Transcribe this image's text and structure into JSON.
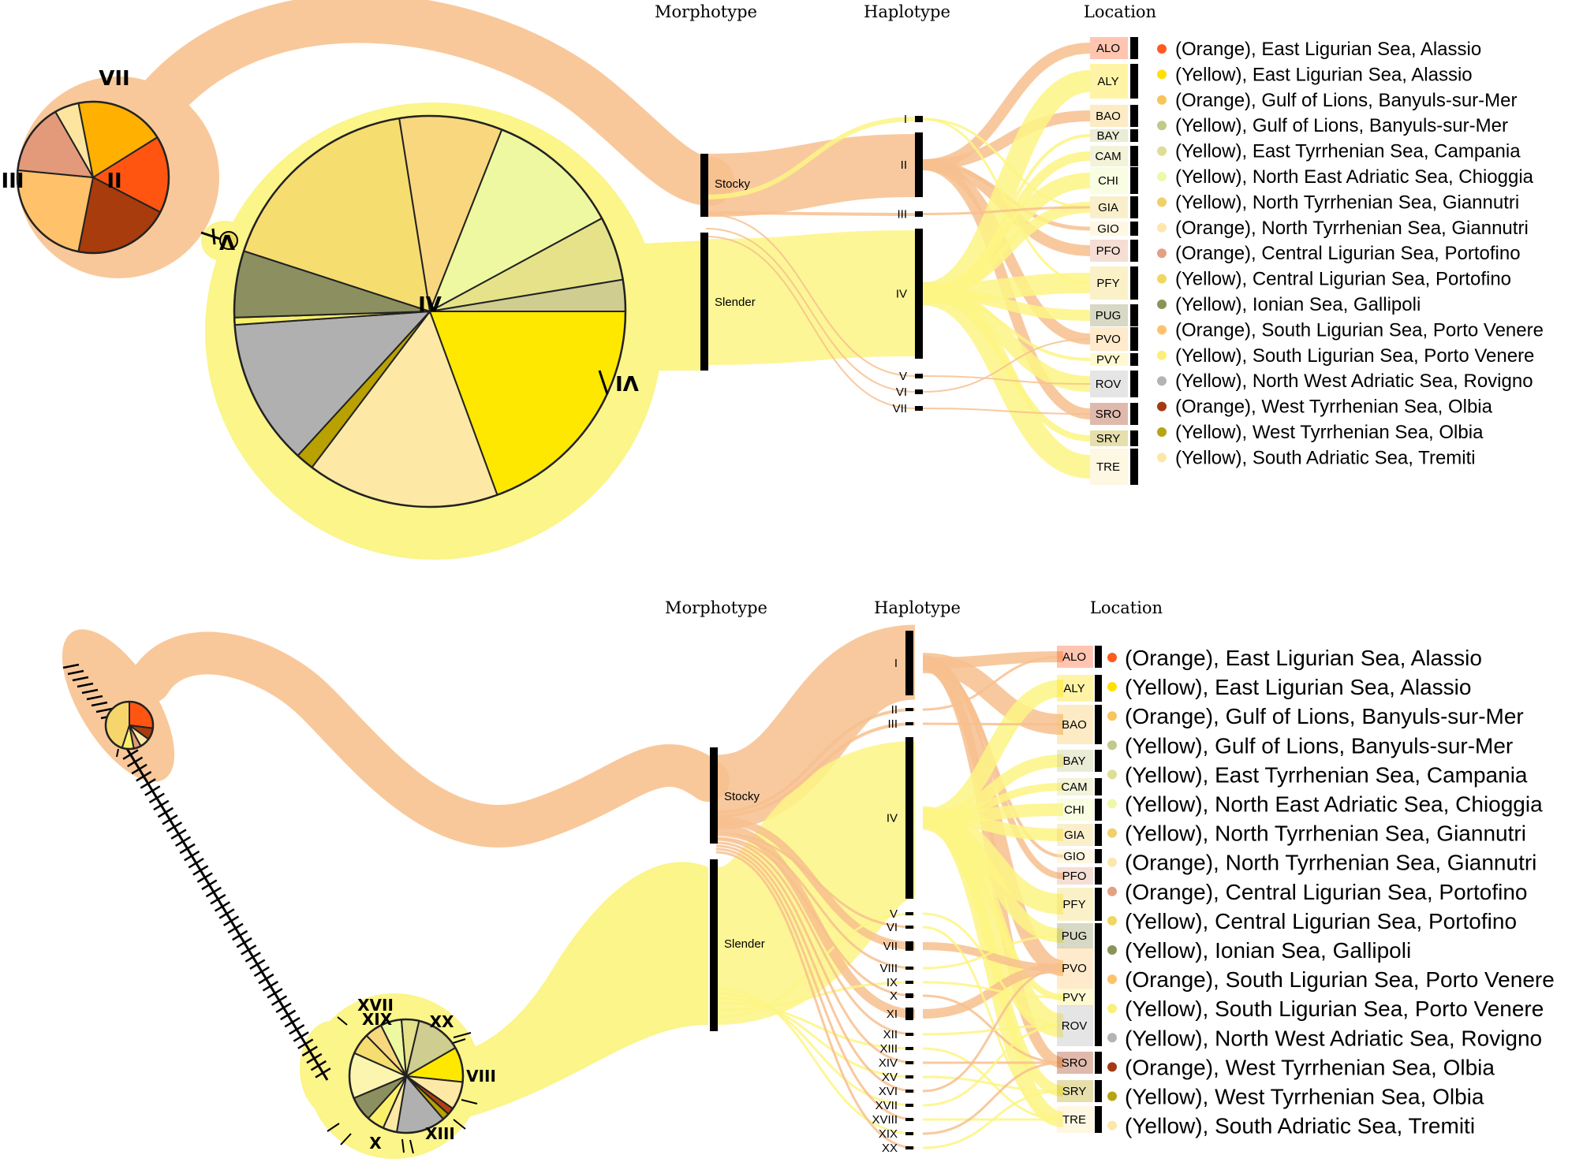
{
  "colors": {
    "orange_band": "#f9c89a",
    "yellow_band": "#fbf58a",
    "orange_flow": "#f7c08e",
    "yellow_flow": "#fdf484",
    "bar": "#000000",
    "pie_stroke": "#222222"
  },
  "panel_a": {
    "headers": {
      "morphotype": "Morphotype",
      "haplotype": "Haplotype",
      "location": "Location"
    },
    "morphotypes": [
      "Stocky",
      "Slender"
    ],
    "haplotypes": [
      "I",
      "II",
      "III",
      "IV",
      "V",
      "VI",
      "VII"
    ],
    "network_labels": [
      "VII",
      "III",
      "II",
      "V",
      "IV",
      "VI"
    ],
    "pie_large": [
      {
        "value": 19.4,
        "color": "#ffe800"
      },
      {
        "value": 15.9,
        "color": "#fde9a5"
      },
      {
        "value": 1.5,
        "color": "#b8a100"
      },
      {
        "value": 12.1,
        "color": "#b0b0b0"
      },
      {
        "value": 0.6,
        "color": "#fbf06a"
      },
      {
        "value": 5.5,
        "color": "#8c9060"
      },
      {
        "value": 17.5,
        "color": "#f6dd70"
      },
      {
        "value": 8.5,
        "color": "#f9d77e"
      },
      {
        "value": 11.1,
        "color": "#eef8a0"
      },
      {
        "value": 5.3,
        "color": "#e6e28a"
      },
      {
        "value": 2.6,
        "color": "#cfcd90"
      }
    ],
    "pie_small": [
      {
        "value": 16.5,
        "color": "#ff5511"
      },
      {
        "value": 20.5,
        "color": "#a83c0c"
      },
      {
        "value": 23.4,
        "color": "#ffc26a"
      },
      {
        "value": 15.2,
        "color": "#e39a7a"
      },
      {
        "value": 5.2,
        "color": "#fde5a0"
      },
      {
        "value": 19.2,
        "color": "#ffb000"
      }
    ],
    "locations": [
      {
        "code": "ALO",
        "legend": "(Orange), East Ligurian Sea, Alassio",
        "color": "#ff5a1f"
      },
      {
        "code": "ALY",
        "legend": "(Yellow), East Ligurian Sea, Alassio",
        "color": "#ffe000"
      },
      {
        "code": "BAO",
        "legend": "(Orange), Gulf of Lions, Banyuls-sur-Mer",
        "color": "#f7c55a"
      },
      {
        "code": "BAY",
        "legend": "(Yellow), Gulf of Lions, Banyuls-sur-Mer",
        "color": "#c3c98a"
      },
      {
        "code": "CAM",
        "legend": "(Yellow), East Tyrrhenian Sea, Campania",
        "color": "#dede96"
      },
      {
        "code": "CHI",
        "legend": "(Yellow), North East Adriatic Sea, Chioggia",
        "color": "#eef8a8"
      },
      {
        "code": "GIA",
        "legend": "(Yellow), North Tyrrhenian Sea, Giannutri",
        "color": "#f0d06a"
      },
      {
        "code": "GIO",
        "legend": "(Orange), North Tyrrhenian Sea, Giannutri",
        "color": "#fde7b0"
      },
      {
        "code": "PFO",
        "legend": "(Orange), Central Ligurian Sea, Portofino",
        "color": "#e3a184"
      },
      {
        "code": "PFY",
        "legend": "(Yellow), Central Ligurian Sea, Portofino",
        "color": "#f0d860"
      },
      {
        "code": "PUG",
        "legend": "(Yellow), Ionian Sea, Gallipoli",
        "color": "#8c9358"
      },
      {
        "code": "PVO",
        "legend": "(Orange), South Ligurian Sea, Porto Venere",
        "color": "#ffc26a"
      },
      {
        "code": "PVY",
        "legend": "(Yellow), South Ligurian Sea, Porto Venere",
        "color": "#fbef78"
      },
      {
        "code": "ROV",
        "legend": "(Yellow), North West Adriatic Sea, Rovigno",
        "color": "#b4b4b4"
      },
      {
        "code": "SRO",
        "legend": "(Orange), West Tyrrhenian Sea, Olbia",
        "color": "#a43a12"
      },
      {
        "code": "SRY",
        "legend": "(Yellow), West Tyrrhenian Sea, Olbia",
        "color": "#b8a412"
      },
      {
        "code": "TRE",
        "legend": "(Yellow), South Adriatic Sea, Tremiti",
        "color": "#fde7a8"
      }
    ]
  },
  "panel_b": {
    "headers": {
      "morphotype": "Morphotype",
      "haplotype": "Haplotype",
      "location": "Location"
    },
    "morphotypes": [
      "Stocky",
      "Slender"
    ],
    "haplotypes": [
      "I",
      "II",
      "III",
      "IV",
      "V",
      "VI",
      "VII",
      "VIII",
      "IX",
      "X",
      "XI",
      "XII",
      "XIII",
      "XIV",
      "XV",
      "XVI",
      "XVII",
      "XVIII",
      "XIX",
      "XX"
    ],
    "network_labels": [
      "XX",
      "VIII",
      "XIII",
      "X",
      "XVII",
      "XIX"
    ],
    "pie_big": [
      {
        "value": 10,
        "color": "#ffe800"
      },
      {
        "value": 8,
        "color": "#fde9a5"
      },
      {
        "value": 2,
        "color": "#b04010"
      },
      {
        "value": 2,
        "color": "#b8a100"
      },
      {
        "value": 14,
        "color": "#b0b0b0"
      },
      {
        "value": 4,
        "color": "#fde9a5"
      },
      {
        "value": 5,
        "color": "#fbf06a"
      },
      {
        "value": 7,
        "color": "#8c9060"
      },
      {
        "value": 13,
        "color": "#fbf5b0"
      },
      {
        "value": 6,
        "color": "#f6dd70"
      },
      {
        "value": 5,
        "color": "#f9d77e"
      },
      {
        "value": 6,
        "color": "#eef8a0"
      },
      {
        "value": 5,
        "color": "#e6e28a"
      },
      {
        "value": 13,
        "color": "#cfcd90"
      }
    ],
    "pie_small": [
      {
        "value": 27,
        "color": "#ff5511"
      },
      {
        "value": 8,
        "color": "#a83c0c"
      },
      {
        "value": 7,
        "color": "#fde9a5"
      },
      {
        "value": 5,
        "color": "#e39a7a"
      },
      {
        "value": 8,
        "color": "#fbf06a"
      },
      {
        "value": 45,
        "color": "#f6d66a"
      }
    ],
    "locations": [
      {
        "code": "ALO",
        "legend": "(Orange), East Ligurian Sea, Alassio",
        "color": "#ff5a1f"
      },
      {
        "code": "ALY",
        "legend": "(Yellow), East Ligurian Sea, Alassio",
        "color": "#ffe000"
      },
      {
        "code": "BAO",
        "legend": "(Orange), Gulf of Lions, Banyuls-sur-Mer",
        "color": "#f7c55a"
      },
      {
        "code": "BAY",
        "legend": "(Yellow), Gulf of Lions, Banyuls-sur-Mer",
        "color": "#c3c98a"
      },
      {
        "code": "CAM",
        "legend": "(Yellow), East Tyrrhenian Sea, Campania",
        "color": "#dede96"
      },
      {
        "code": "CHI",
        "legend": "(Yellow), North East Adriatic Sea, Chioggia",
        "color": "#eef8a8"
      },
      {
        "code": "GIA",
        "legend": "(Yellow), North Tyrrhenian Sea, Giannutri",
        "color": "#f0d06a"
      },
      {
        "code": "GIO",
        "legend": "(Orange), North Tyrrhenian Sea, Giannutri",
        "color": "#fde7b0"
      },
      {
        "code": "PFO",
        "legend": "(Orange), Central Ligurian Sea, Portofino",
        "color": "#e3a184"
      },
      {
        "code": "PFY",
        "legend": "(Yellow), Central Ligurian Sea, Portofino",
        "color": "#f0d860"
      },
      {
        "code": "PUG",
        "legend": "(Yellow), Ionian Sea, Gallipoli",
        "color": "#8c9358"
      },
      {
        "code": "PVO",
        "legend": "(Orange), South Ligurian Sea, Porto Venere",
        "color": "#ffc26a"
      },
      {
        "code": "PVY",
        "legend": "(Yellow), South Ligurian Sea, Porto Venere",
        "color": "#fbef78"
      },
      {
        "code": "ROV",
        "legend": "(Yellow), North West Adriatic Sea, Rovigno",
        "color": "#b4b4b4"
      },
      {
        "code": "SRO",
        "legend": "(Orange), West Tyrrhenian Sea, Olbia",
        "color": "#a43a12"
      },
      {
        "code": "SRY",
        "legend": "(Yellow), West Tyrrhenian Sea, Olbia",
        "color": "#b8a412"
      },
      {
        "code": "TRE",
        "legend": "(Yellow), South Adriatic Sea, Tremiti",
        "color": "#fde7a8"
      }
    ]
  }
}
